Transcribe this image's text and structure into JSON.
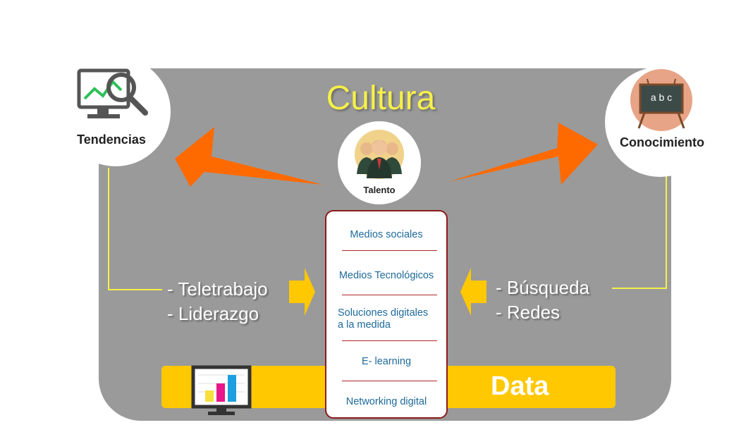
{
  "title": "Cultura",
  "nodes": {
    "tendencias": "Tendencias",
    "conocimiento": "Conocimiento",
    "talento": "Talento"
  },
  "chalkboard_text": "a b c",
  "left_items": [
    "- Teletrabajo",
    "- Liderazgo"
  ],
  "right_items": [
    "- Búsqueda",
    "- Redes"
  ],
  "center_list": [
    "Medios sociales",
    "Medios Tecnológicos",
    "Soluciones digitales\na la medida",
    "E- learning",
    "Networking digital"
  ],
  "data_label": "Data",
  "colors": {
    "panel": "#9a9a9a",
    "title": "#f6f04a",
    "arrow_orange": "#ff6a00",
    "arrow_yellow": "#ffc800",
    "data_bar": "#ffc800",
    "list_text": "#1e6a9a",
    "list_border": "#8b1a1a"
  }
}
